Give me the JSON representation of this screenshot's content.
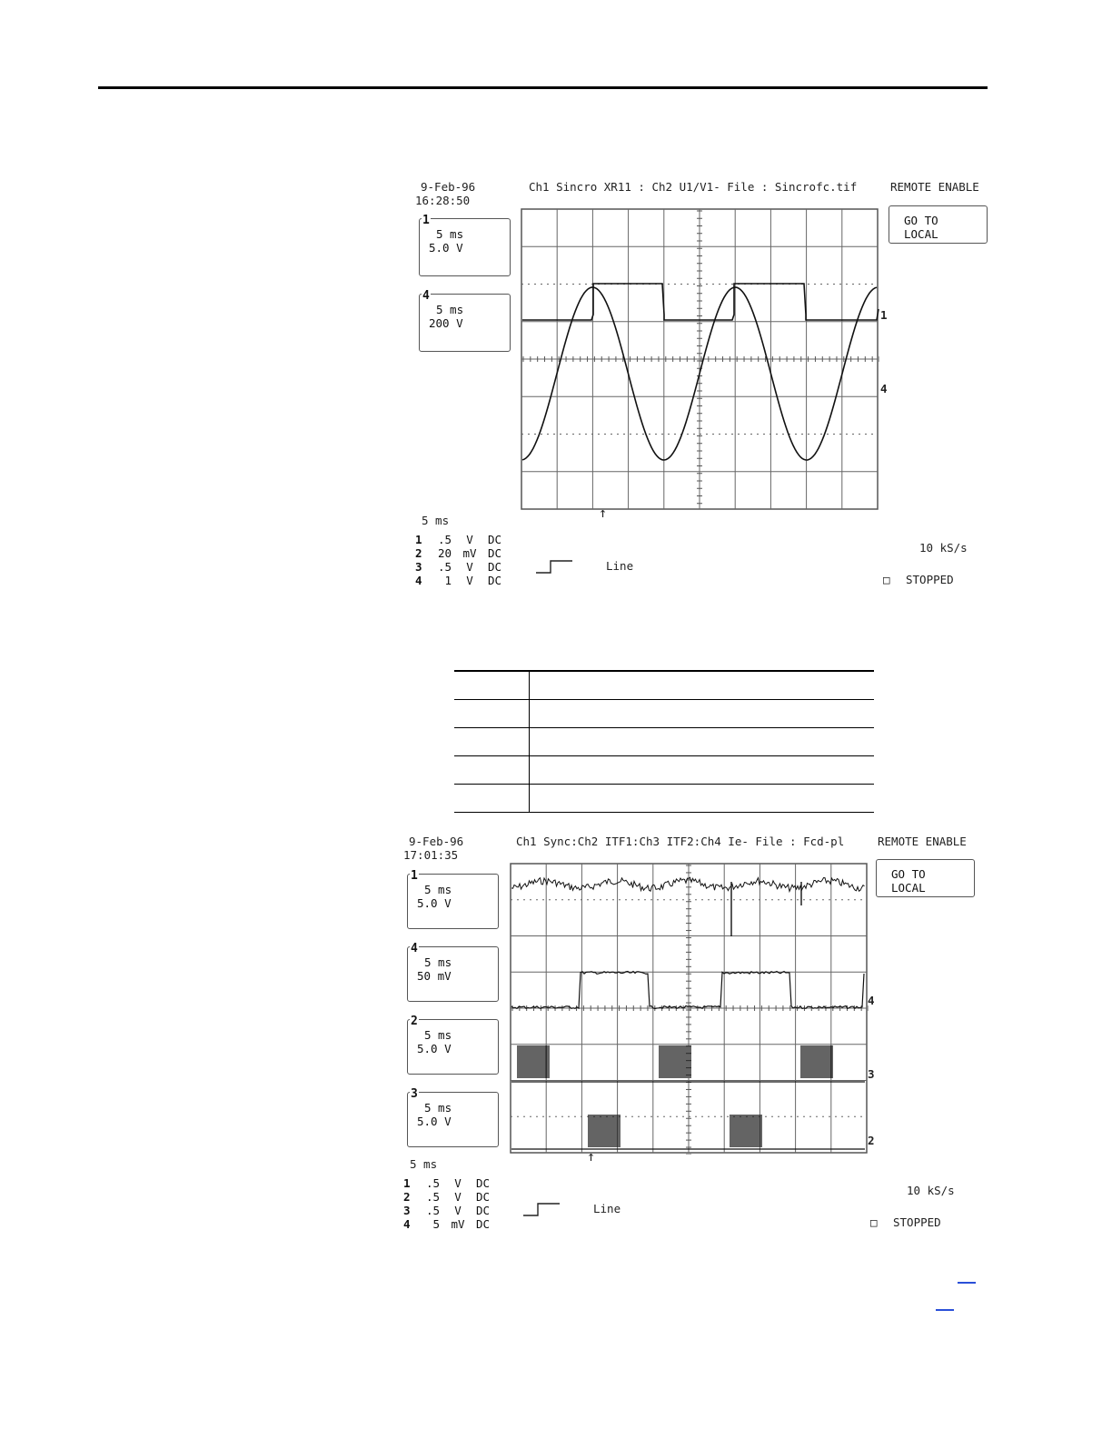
{
  "scope1": {
    "date": "9-Feb-96",
    "time": "16:28:50",
    "title": "Ch1 Sincro XR11 : Ch2 U1/V1- File : Sincrofc.tif",
    "remote": "REMOTE ENABLE",
    "goto_line1": "GO TO",
    "goto_line2": "LOCAL",
    "boxes": [
      {
        "ch": "1",
        "time": "5 ms",
        "volt": "5.0 V"
      },
      {
        "ch": "4",
        "time": "5 ms",
        "volt": "200 V"
      }
    ],
    "timebase": "5 ms",
    "channels": [
      {
        "n": "1",
        "v": ".5",
        "u": "V",
        "c": "DC"
      },
      {
        "n": "2",
        "v": "20",
        "u": "mV",
        "c": "DC"
      },
      {
        "n": "3",
        "v": ".5",
        "u": "V",
        "c": "DC"
      },
      {
        "n": "4",
        "v": "1",
        "u": "V",
        "c": "DC"
      }
    ],
    "trigger": "Line",
    "rate": "10 kS/s",
    "status": "STOPPED",
    "trace_labels": [
      "1",
      "4"
    ]
  },
  "table": {
    "rows": [
      [
        "",
        ""
      ],
      [
        "",
        ""
      ],
      [
        "",
        ""
      ],
      [
        "",
        ""
      ],
      [
        "",
        ""
      ]
    ]
  },
  "scope2": {
    "date": "9-Feb-96",
    "time": "17:01:35",
    "title": "Ch1 Sync:Ch2 ITF1:Ch3 ITF2:Ch4 Ie- File : Fcd-pl",
    "remote": "REMOTE ENABLE",
    "goto_line1": "GO TO",
    "goto_line2": "LOCAL",
    "boxes": [
      {
        "ch": "1",
        "time": "5 ms",
        "volt": "5.0 V"
      },
      {
        "ch": "4",
        "time": "5 ms",
        "volt": "50 mV"
      },
      {
        "ch": "2",
        "time": "5 ms",
        "volt": "5.0 V"
      },
      {
        "ch": "3",
        "time": "5 ms",
        "volt": "5.0 V"
      }
    ],
    "timebase": "5 ms",
    "channels": [
      {
        "n": "1",
        "v": ".5",
        "u": "V",
        "c": "DC"
      },
      {
        "n": "2",
        "v": ".5",
        "u": "V",
        "c": "DC"
      },
      {
        "n": "3",
        "v": ".5",
        "u": "V",
        "c": "DC"
      },
      {
        "n": "4",
        "v": "5",
        "u": "mV",
        "c": "DC"
      }
    ],
    "trigger": "Line",
    "rate": "10 kS/s",
    "status": "STOPPED",
    "trace_labels": [
      "4",
      "3",
      "2"
    ]
  }
}
